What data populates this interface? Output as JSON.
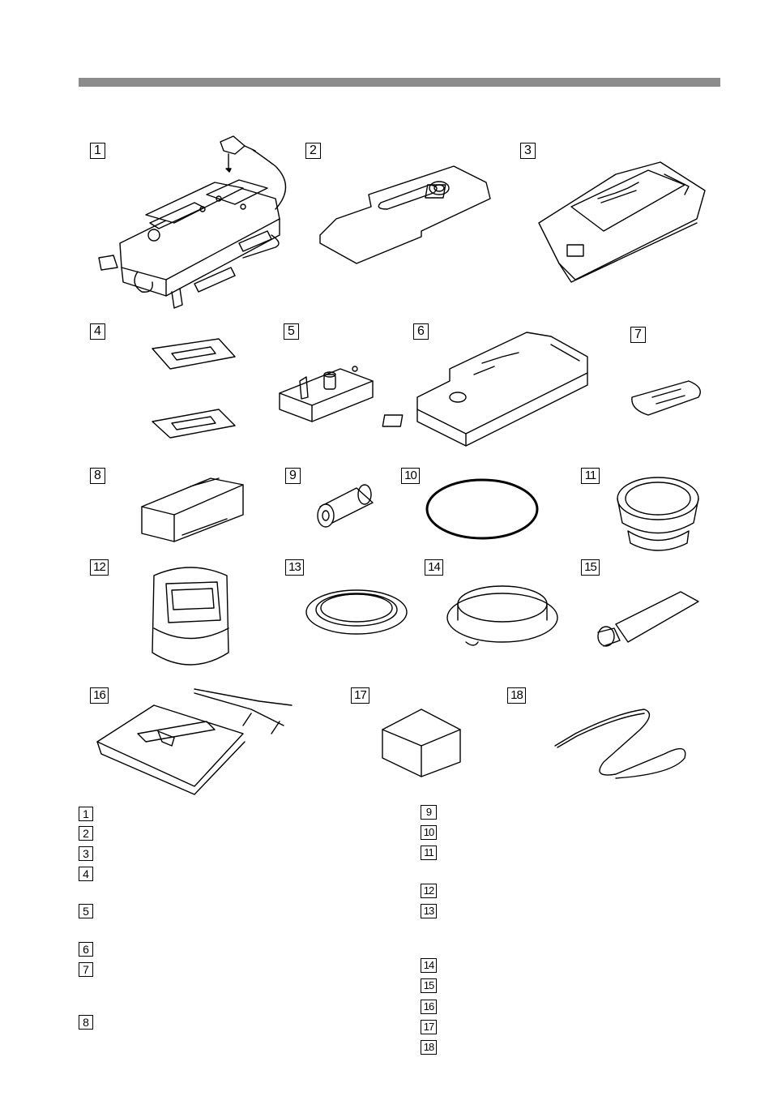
{
  "figure": {
    "item_numbers": [
      "1",
      "2",
      "3",
      "4",
      "5",
      "6",
      "7",
      "8",
      "9",
      "10",
      "11",
      "12",
      "13",
      "14",
      "15",
      "16",
      "17",
      "18"
    ]
  },
  "legend": {
    "left_numbers": [
      "1",
      "2",
      "3",
      "4",
      "5",
      "6",
      "7",
      "8"
    ],
    "right_numbers": [
      "9",
      "10",
      "11",
      "12",
      "13",
      "14",
      "15",
      "16",
      "17",
      "18"
    ]
  }
}
